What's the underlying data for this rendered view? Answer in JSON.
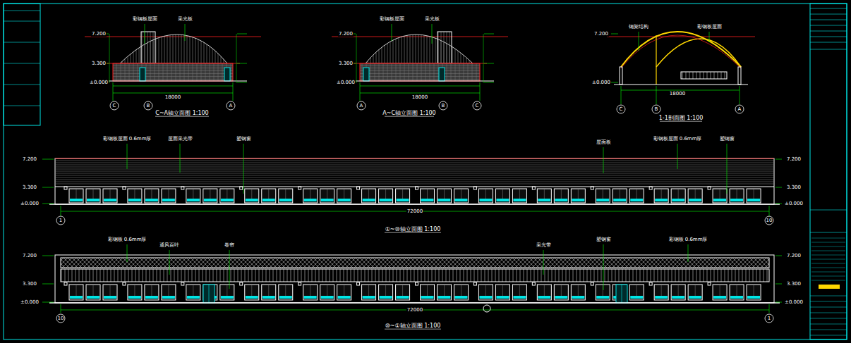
{
  "diagram": {
    "labels": [
      "7.200",
      "3.300",
      "±0.000",
      "18000",
      "C",
      "B",
      "A",
      "彩钢板屋面",
      "采光板",
      "C~A轴立面图 1:100",
      "7.200",
      "3.300",
      "±0.000",
      "18000",
      "A",
      "B",
      "C",
      "彩钢板屋面",
      "采光板",
      "A~C轴立面图 1:100",
      "7.200",
      "±0.000",
      "18000",
      "C",
      "B",
      "A",
      "钢架结构",
      "彩钢板屋面",
      "1-1剖面图 1:100",
      "7.200",
      "3.300",
      "±0.000",
      "7.200",
      "3.300",
      "±0.000",
      "72000",
      "1",
      "10",
      "彩钢板屋面 0.6mm厚",
      "屋面采光带",
      "塑钢窗",
      "屋面板",
      "彩钢板屋面 0.6mm厚",
      "塑钢窗",
      "①~⑩轴立面图 1:100",
      "7.200",
      "3.300",
      "±0.000",
      "7.200",
      "3.300",
      "±0.000",
      "72000",
      "10",
      "1",
      "彩钢板 0.6mm厚",
      "通风百叶",
      "卷帘",
      "采光带",
      "塑钢窗",
      "彩钢板 0.6mm厚",
      "⑩~①轴立面图 1:100"
    ]
  }
}
